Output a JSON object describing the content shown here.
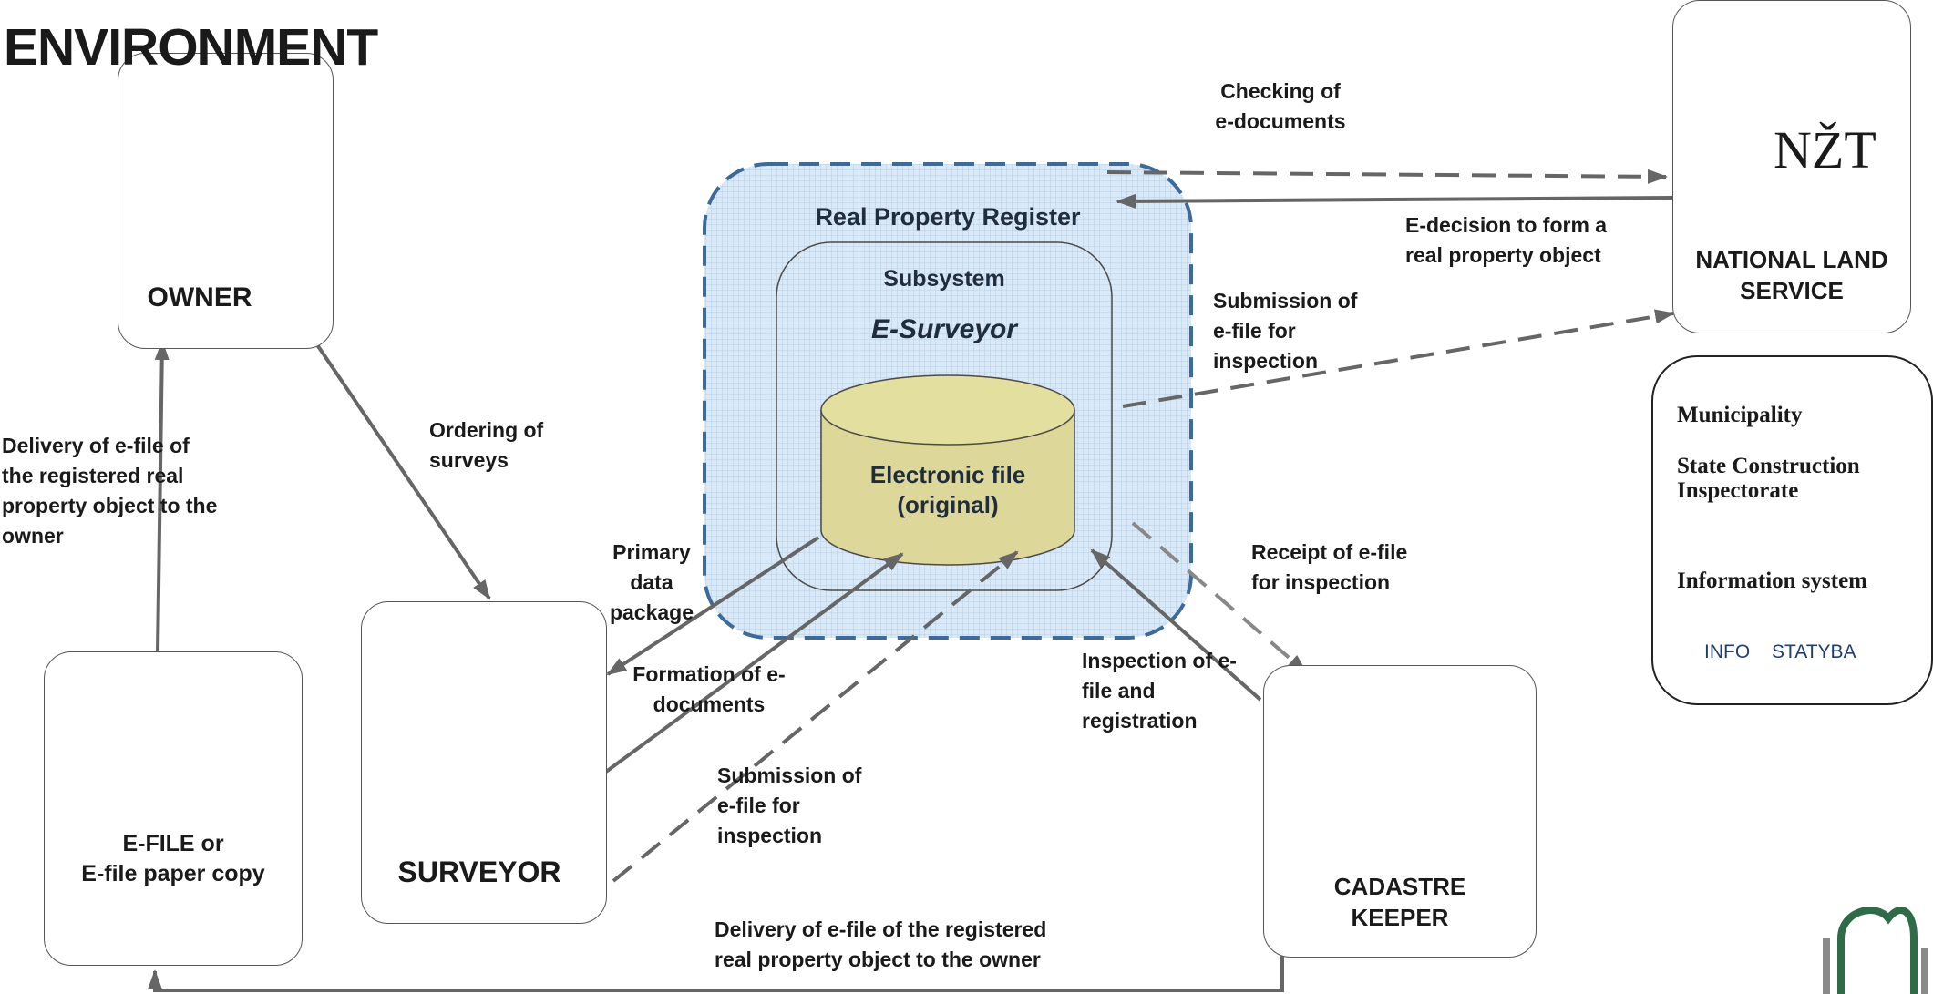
{
  "page": {
    "title": "ENVIRONMENT"
  },
  "actors": {
    "owner": "OWNER",
    "surveyor": "SURVEYOR",
    "efile": "E-FILE or\nE-file paper copy",
    "cadastre_keeper": "CADASTRE\nKEEPER",
    "national_land_service": "NATIONAL LAND\nSERVICE"
  },
  "register": {
    "title": "Real Property Register",
    "subsystem": "Subsystem",
    "system_name": "E-Surveyor",
    "database": "Electronic file\n(original)"
  },
  "flows": {
    "checking": "Checking of\ne-documents",
    "edecision": "E-decision to form a\nreal property object",
    "submission_nzt": "Submission of\ne-file for\ninspection",
    "ordering": "Ordering of\nsurveys",
    "delivery_left": "Delivery of e-file of\nthe registered real\nproperty object to the\nowner",
    "primary_data": "Primary\ndata\npackage",
    "formation": "Formation of e-\ndocuments",
    "submission_surveyor": "Submission of\ne-file for\ninspection",
    "receipt": "Receipt of e-file\nfor inspection",
    "inspection": "Inspection of e-\nfile and\nregistration",
    "delivery_bottom": "Delivery of e-file of the registered\nreal property object to the owner"
  },
  "institutions": {
    "nzt_logo_text": "NŽT",
    "municipality": "Municipality",
    "state_construction": "State Construction\nInspectorate",
    "information_system": "Information system",
    "infostatyba_left": "INFO",
    "infostatyba_right": "STATYBA"
  },
  "colors": {
    "register_border": "#3d6b99",
    "register_fill": "#dbe9f6",
    "database_fill": "#ddd89a",
    "arrow": "#666666"
  }
}
